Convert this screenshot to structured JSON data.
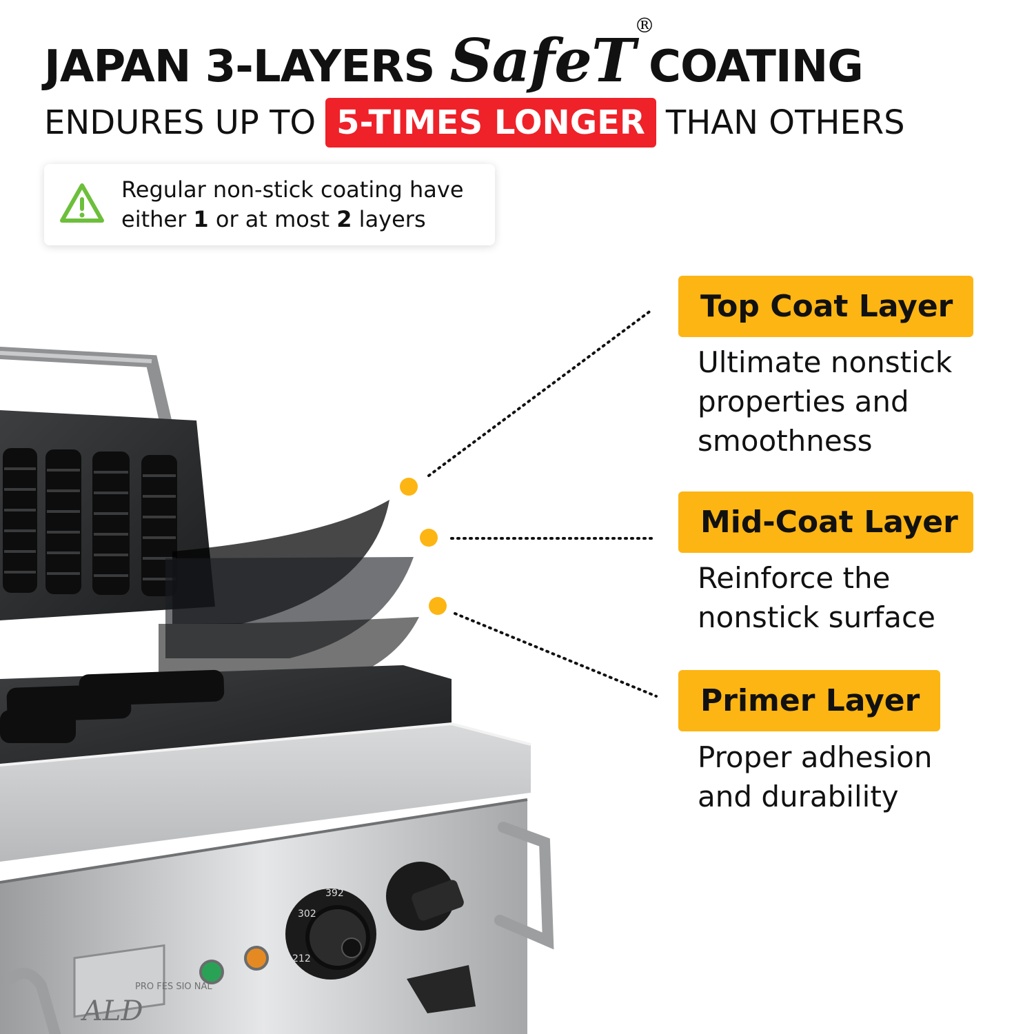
{
  "headline": {
    "part1": "JAPAN 3-LAYERS",
    "brand": "SafeT",
    "registered": "®",
    "part2": "COATING"
  },
  "subheadline": {
    "before": "ENDURES UP TO",
    "highlight": "5-TIMES LONGER",
    "after": "THAN OTHERS"
  },
  "note": {
    "icon": "warning-triangle-icon",
    "line1": "Regular non-stick coating have",
    "line2_prefix": "either ",
    "line2_num1": "1",
    "line2_mid": " or at most ",
    "line2_num2": "2",
    "line2_suffix": " layers"
  },
  "layers": [
    {
      "title": "Top Coat Layer",
      "lines": [
        "Ultimate nonstick",
        "properties and",
        "smoothness"
      ]
    },
    {
      "title": "Mid-Coat Layer",
      "lines": [
        "Reinforce the",
        "nonstick surface"
      ]
    },
    {
      "title": "Primer Layer",
      "lines": [
        "Proper adhesion",
        "and durability"
      ]
    }
  ],
  "machine": {
    "brand_plate": "ALD",
    "brand_plate_sub": "PRO FES SIO NAL",
    "dial_marks": [
      "212",
      "302",
      "392"
    ]
  },
  "colors": {
    "accent_red": "#ef2129",
    "accent_orange": "#fdb513",
    "warning_green": "#6dbf3b",
    "text": "#111111"
  }
}
